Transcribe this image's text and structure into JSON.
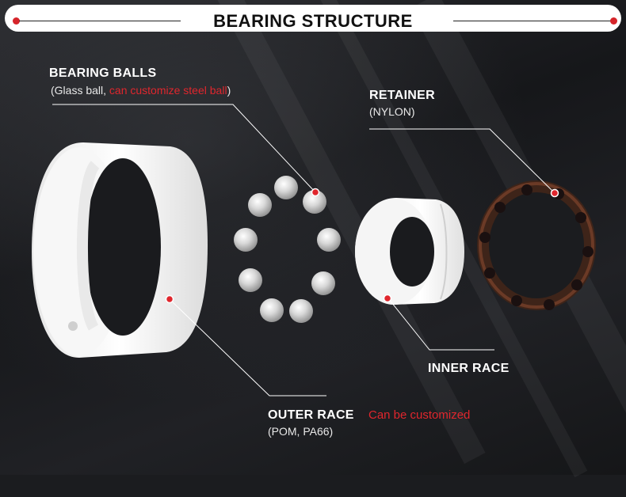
{
  "banner": {
    "title": "BEARING STRUCTURE"
  },
  "labels": {
    "bearing_balls": {
      "title": "BEARING BALLS",
      "note_prefix": "(Glass ball, ",
      "note_highlight": "can customize steel ball",
      "note_suffix": ")"
    },
    "retainer": {
      "title": "RETAINER",
      "material": "(NYLON)"
    },
    "inner_race": {
      "title": "INNER RACE"
    },
    "outer_race": {
      "title": "OUTER RACE",
      "note_highlight": "Can be customized",
      "material": "(POM, PA66)"
    }
  },
  "colors": {
    "accent": "#e0262d",
    "background": "#1b1c1f",
    "race": "#f4f4f4",
    "retainer": "#4a2a1e"
  }
}
